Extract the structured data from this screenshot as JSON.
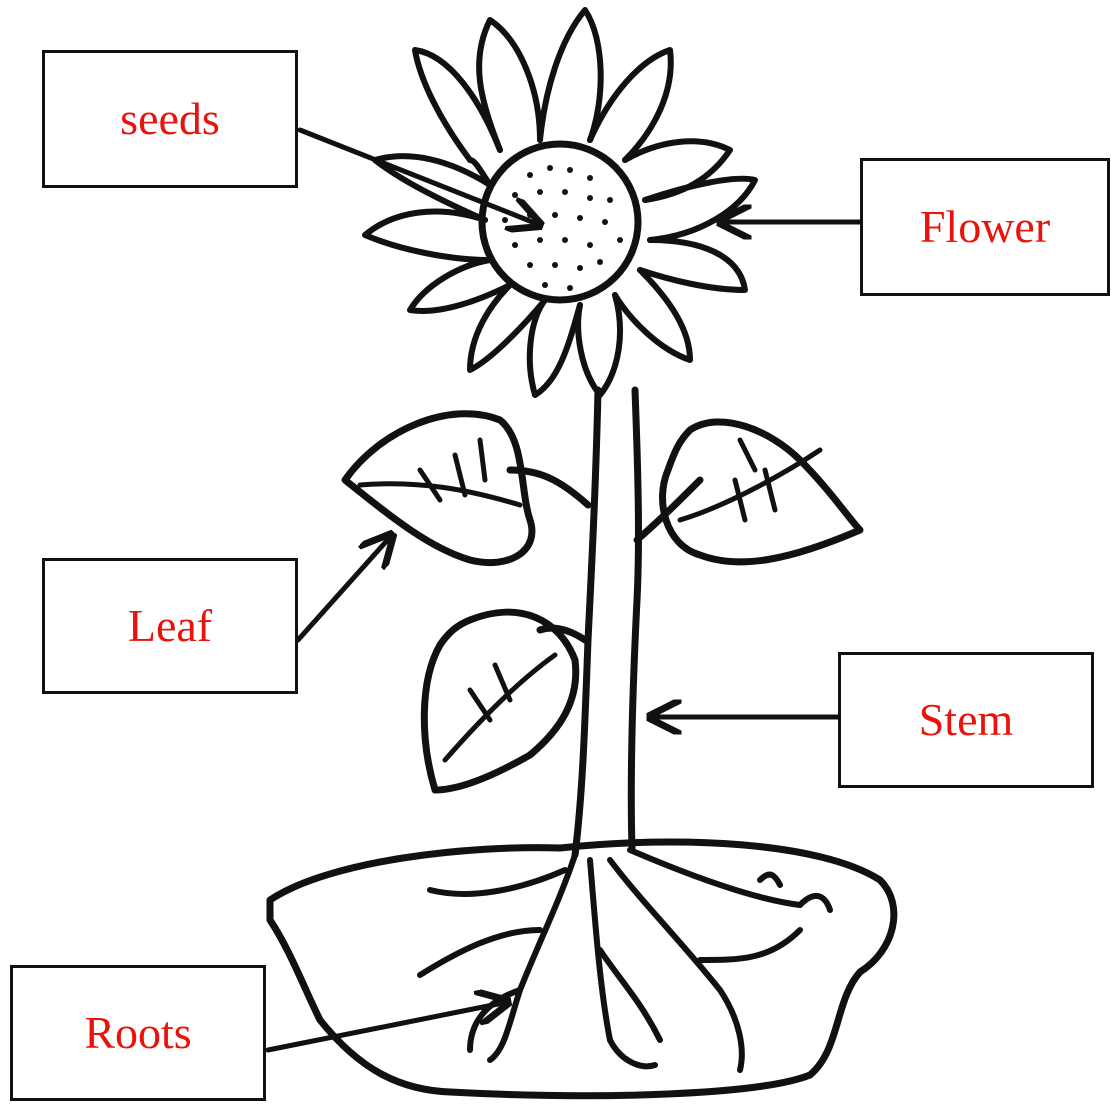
{
  "colors": {
    "label_text": "#e8130c",
    "line": "#111111",
    "background": "#ffffff"
  },
  "labels": {
    "seeds": "seeds",
    "flower": "Flower",
    "leaf": "Leaf",
    "stem": "Stem",
    "roots": "Roots"
  },
  "icons": [
    "sunflower-head",
    "seed-dots",
    "leaf",
    "stem",
    "soil-mound",
    "roots",
    "arrow"
  ]
}
